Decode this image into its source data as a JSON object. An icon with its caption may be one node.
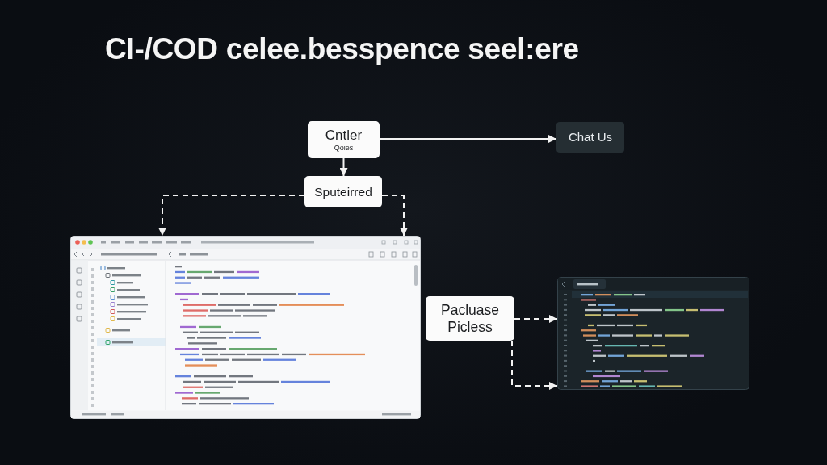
{
  "diagram": {
    "title": "CI-/COD celee.besspence seel:ere",
    "nodes": [
      {
        "text": [
          "Cntler",
          "Qoies"
        ]
      },
      {
        "text": [
          "Chat Us"
        ]
      },
      {
        "text": [
          "Sputeirred"
        ]
      },
      {
        "text": [],
        "shape": "picture"
      },
      {
        "text": [
          "Pacluase Picless"
        ]
      },
      {
        "text": [],
        "shape": "picture"
      }
    ],
    "edges": [
      {
        "from": 0,
        "to": 1,
        "arrow": "to"
      },
      {
        "from": 0,
        "to": 2,
        "arrow": "to"
      },
      {
        "from": 2,
        "to": 3,
        "arrow": "to",
        "style": "dashed"
      },
      {
        "from": 2,
        "to": 3,
        "arrow": "to",
        "style": "dashed"
      },
      {
        "from": 4,
        "to": 5,
        "arrow": "to",
        "style": "dashed"
      },
      {
        "from": 4,
        "to": 5,
        "arrow": "to",
        "style": "dashed"
      }
    ]
  }
}
